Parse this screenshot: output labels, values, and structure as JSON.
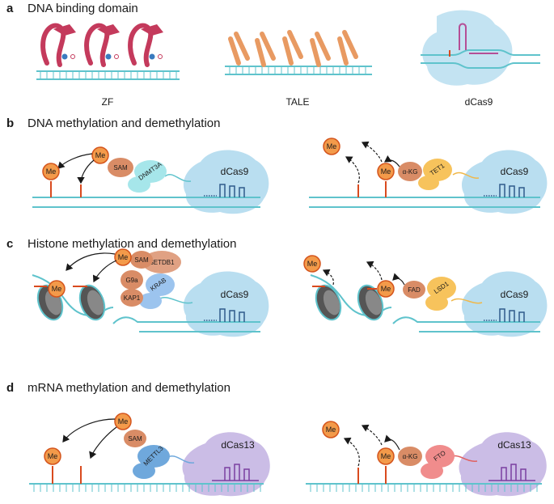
{
  "panels": {
    "a": {
      "letter": "a",
      "title": "DNA binding domain",
      "captions": {
        "zf": "ZF",
        "tale": "TALE",
        "dcas9": "dCas9"
      }
    },
    "b": {
      "letter": "b",
      "title": "DNA methylation and demethylation",
      "left": {
        "me_top": "Me",
        "me_mark": "Me",
        "cofactor": "SAM",
        "enzyme": "DNMT3A",
        "cas": "dCas9"
      },
      "right": {
        "me_top": "Me",
        "me_mark": "Me",
        "cofactor": "α-KG",
        "enzyme": "TET1",
        "cas": "dCas9"
      }
    },
    "c": {
      "letter": "c",
      "title": "Histone methylation and demethylation",
      "left": {
        "me_top": "Me",
        "me_mark": "Me",
        "cofactor": "SAM",
        "enzyme_a": "SETDB1",
        "enzyme_b": "G9a",
        "enzyme_c": "KRAB",
        "enzyme_d": "KAP1",
        "cas": "dCas9"
      },
      "right": {
        "me_top": "Me",
        "me_mark": "Me",
        "cofactor": "FAD",
        "enzyme": "LSD1",
        "cas": "dCas9"
      }
    },
    "d": {
      "letter": "d",
      "title": "mRNA methylation and demethylation",
      "left": {
        "me_top": "Me",
        "me_mark": "Me",
        "cofactor": "SAM",
        "enzyme": "METTL3",
        "cas": "dCas13"
      },
      "right": {
        "me_top": "Me",
        "me_mark": "Me",
        "cofactor": "α-KG",
        "enzyme": "FTO",
        "cas": "dCas13"
      }
    }
  },
  "colors": {
    "dna": "#5fc3cc",
    "me_fill": "#f39a4a",
    "me_stroke": "#d4541c",
    "mark": "#d94a1e",
    "dcas9": "#b9def0",
    "dcas13": "#cbbde6",
    "zf": "#c43a5c",
    "tale": "#e89a62",
    "sam": "#d98c66",
    "dnmt3a": "#a6e6ea",
    "tet1": "#f7c35c",
    "setdb1": "#e0a183",
    "krab": "#9cc4ee",
    "lsd1": "#f7c35c",
    "mettl3": "#6fa8dc",
    "fto": "#f08c8c"
  }
}
